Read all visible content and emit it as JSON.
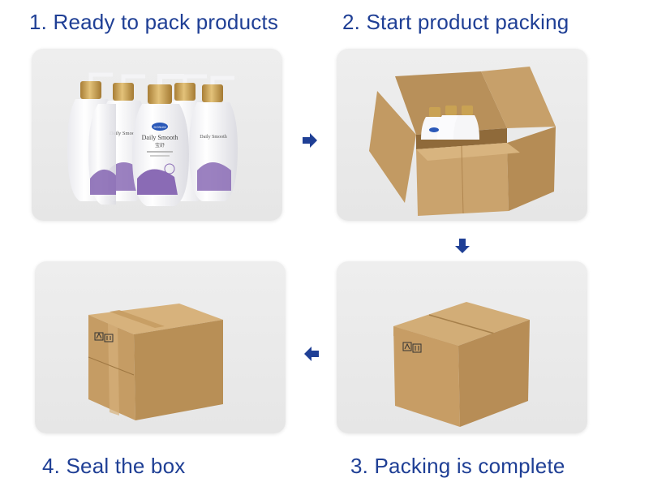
{
  "steps": [
    {
      "number": "1.",
      "title": "1. Ready to pack products",
      "image": "bottles-product-photo"
    },
    {
      "number": "2.",
      "title": "2. Start product packing",
      "image": "open-box-with-bottles-photo"
    },
    {
      "number": "3.",
      "title": "3. Packing is complete",
      "image": "closed-box-photo"
    },
    {
      "number": "4.",
      "title": "4. Seal the box",
      "image": "sealed-box-photo"
    }
  ],
  "arrows": [
    {
      "from": 1,
      "to": 2,
      "direction": "right",
      "icon": "arrow-right-icon"
    },
    {
      "from": 2,
      "to": 3,
      "direction": "down",
      "icon": "arrow-down-icon"
    },
    {
      "from": 3,
      "to": 4,
      "direction": "left",
      "icon": "arrow-left-icon"
    }
  ],
  "product": {
    "brand": "DONUM",
    "name": "Daily Smooth",
    "name_cn": "宝舒"
  },
  "colors": {
    "title_text": "#1f3f95",
    "arrow": "#1f3f95",
    "panel_bg": "#e9e9e9",
    "cardboard": "#c9a26b",
    "cardboard_dark": "#a87f48",
    "bottle_white": "#f7f7f9",
    "cap_gold": "#c9a253",
    "label_purple": "#8a6bb5"
  }
}
